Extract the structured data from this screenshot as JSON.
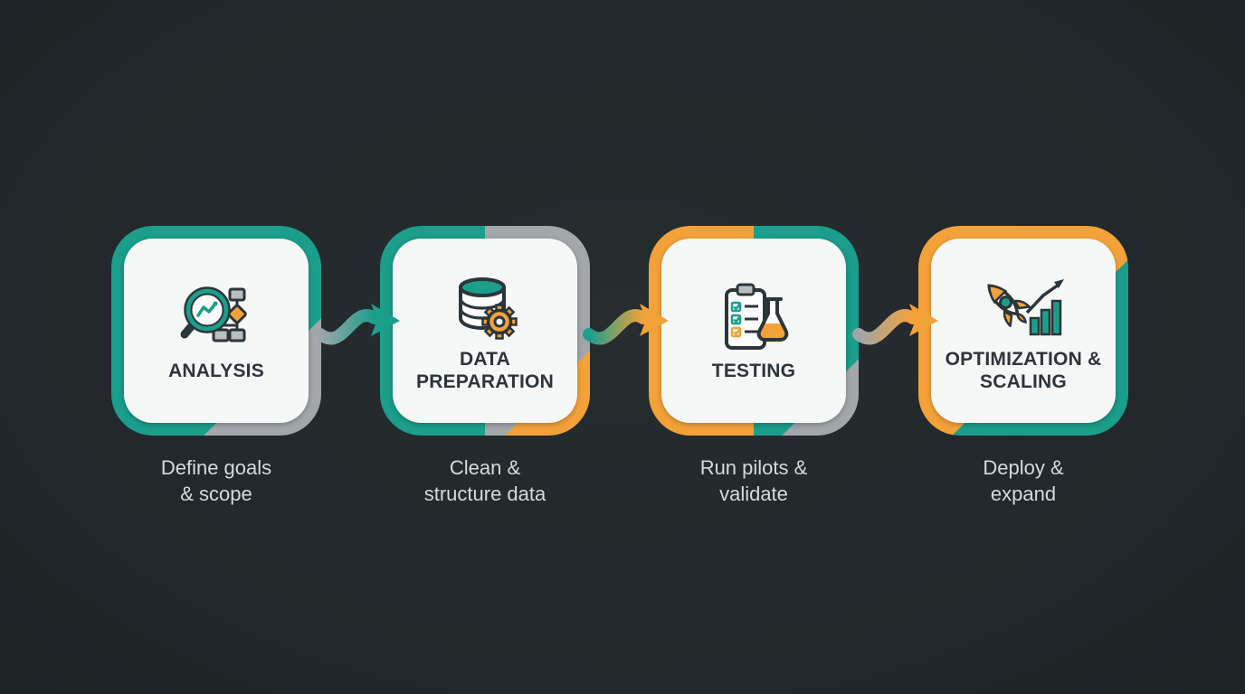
{
  "palette": {
    "background": "#232a2c",
    "teal": "#1b9e8c",
    "orange": "#f3a23a",
    "gray": "#a2a7aa",
    "card": "#f6f7f7",
    "title_text": "#2c3539",
    "subtitle_text": "#d6dadc"
  },
  "steps": [
    {
      "title": "ANALYSIS",
      "subtitle": "Define goals\n& scope",
      "icon": "analysis-icon",
      "frame_colors": [
        "#1b9e8c",
        "#a2a7aa"
      ]
    },
    {
      "title": "DATA PREPARATION",
      "subtitle": "Clean &\nstructure data",
      "icon": "data-preparation-icon",
      "frame_colors": [
        "#1b9e8c",
        "#a2a7aa",
        "#f3a23a"
      ]
    },
    {
      "title": "TESTING",
      "subtitle": "Run pilots &\nvalidate",
      "icon": "testing-icon",
      "frame_colors": [
        "#f3a23a",
        "#1b9e8c",
        "#a2a7aa"
      ]
    },
    {
      "title": "OPTIMIZATION & SCALING",
      "subtitle": "Deploy &\nexpand",
      "icon": "optimization-icon",
      "frame_colors": [
        "#f3a23a",
        "#1b9e8c"
      ]
    }
  ],
  "arrows": [
    {
      "name": "arrow-1",
      "from": "ANALYSIS",
      "to": "DATA PREPARATION",
      "colors": [
        "#9fa5a8",
        "#1b9e8c"
      ]
    },
    {
      "name": "arrow-2",
      "from": "DATA PREPARATION",
      "to": "TESTING",
      "colors": [
        "#1b9e8c",
        "#f3a23a"
      ]
    },
    {
      "name": "arrow-3",
      "from": "TESTING",
      "to": "OPTIMIZATION & SCALING",
      "colors": [
        "#9fa5a8",
        "#f3a23a"
      ]
    }
  ]
}
